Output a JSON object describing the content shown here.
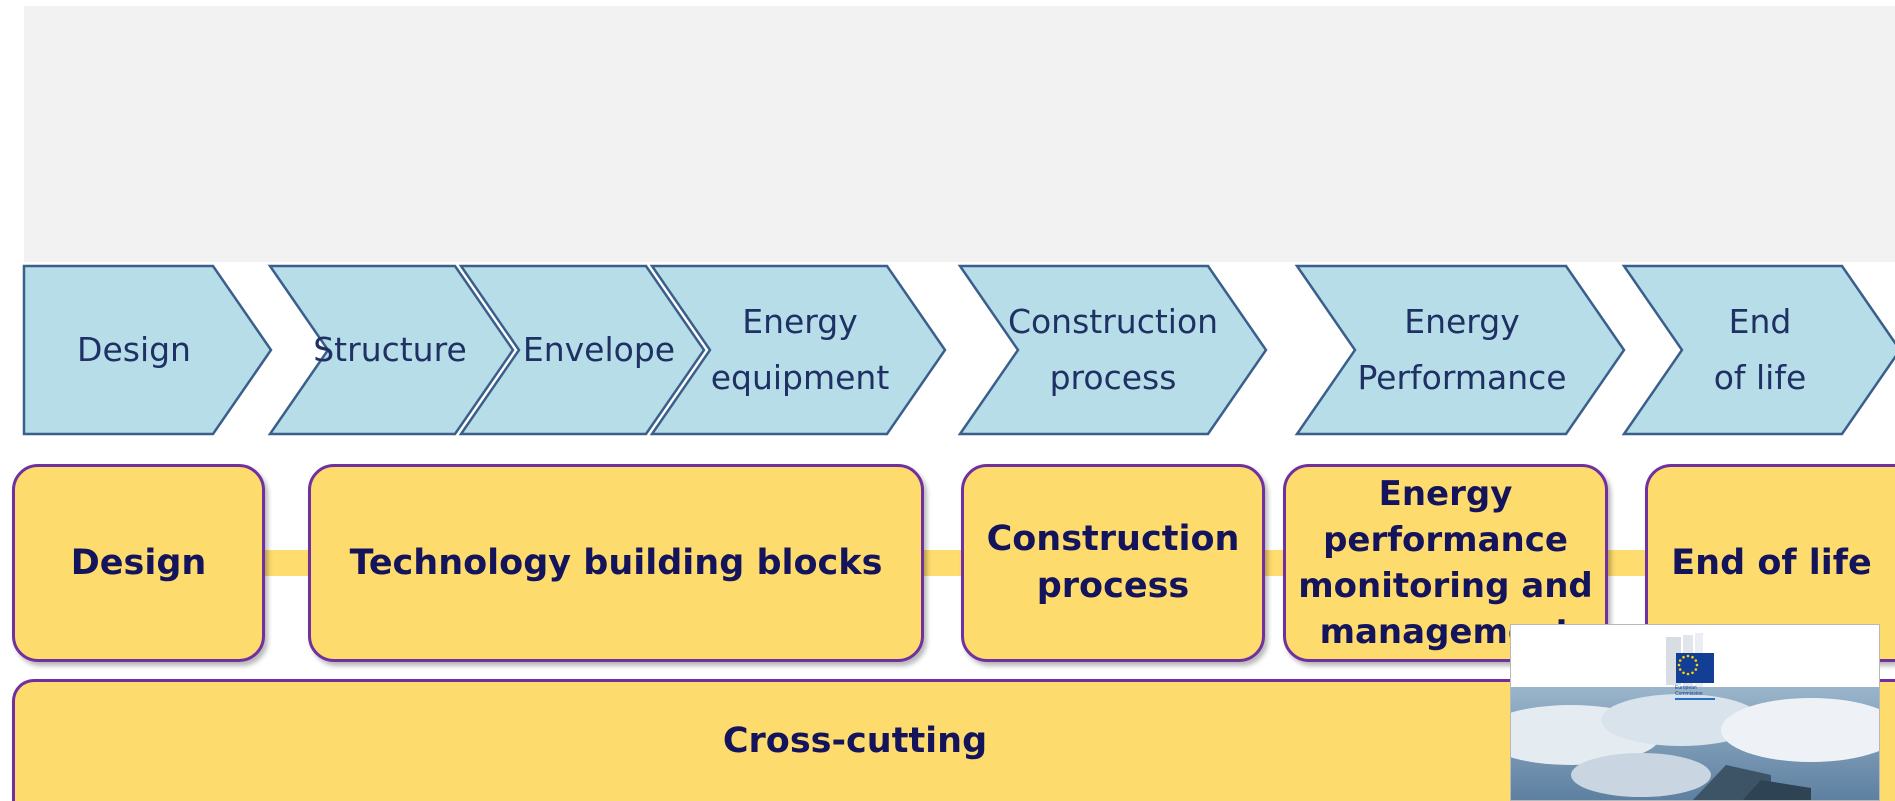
{
  "chevrons": [
    {
      "lines": [
        "Design"
      ]
    },
    {
      "lines": [
        "Structure"
      ]
    },
    {
      "lines": [
        "Envelope"
      ]
    },
    {
      "lines": [
        "Energy",
        "equipment"
      ]
    },
    {
      "lines": [
        "Construction",
        "process"
      ]
    },
    {
      "lines": [
        "Energy",
        "Performance"
      ]
    },
    {
      "lines": [
        "End",
        "of life"
      ]
    }
  ],
  "boxes": [
    {
      "lines": [
        "Design"
      ]
    },
    {
      "lines": [
        "Technology building blocks"
      ]
    },
    {
      "lines": [
        "Construction",
        "process"
      ]
    },
    {
      "lines": [
        "Energy performance",
        "monitoring and",
        "management"
      ]
    },
    {
      "lines": [
        "End of life"
      ]
    },
    {
      "lines": [
        "Cross-cutting"
      ]
    }
  ],
  "logo": {
    "text_line1": "European",
    "text_line2": "Commission"
  },
  "colors": {
    "panel": "#f2f2f2",
    "chevron_fill": "#b7dde8",
    "chevron_stroke": "#3a5f8c",
    "chevron_text": "#1f3164",
    "box_fill": "#fedb6d",
    "box_border": "#7030a0",
    "box_text": "#14145c"
  }
}
